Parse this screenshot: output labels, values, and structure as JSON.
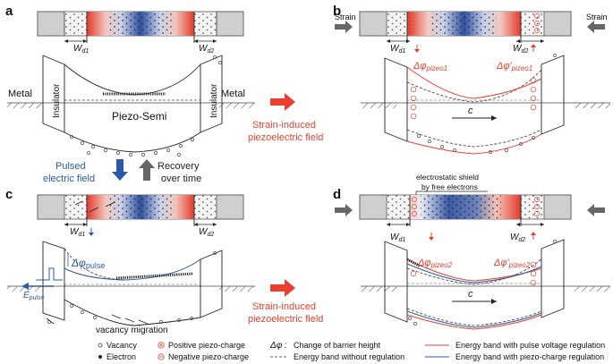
{
  "panels": [
    {
      "letter": "a",
      "wd1": "W",
      "wd1_sub": "d1",
      "wd2": "W",
      "wd2_sub": "d2",
      "metal_left": "Metal",
      "metal_right": "Metal",
      "insulator": "Insulator",
      "semi": "Piezo-Semi"
    },
    {
      "letter": "b",
      "strain": "Strain",
      "wd1": "W",
      "wd1_sub": "d1",
      "wd2": "W",
      "wd2_sub": "d2",
      "phi1": "Δφ",
      "phi1_sub": "pizeo1",
      "phi2": "Δφ′",
      "phi2_sub": "pizeo1",
      "c": "c"
    },
    {
      "letter": "c",
      "wd1": "W",
      "wd1_sub": "d1",
      "wd2": "W",
      "wd2_sub": "d2",
      "phi_pulse": "Δφ",
      "phi_pulse_sub": "pulse",
      "e_pulse": "E",
      "e_pulse_sub": "pulse",
      "vacancy_migration": "vacancy migration"
    },
    {
      "letter": "d",
      "shield_line1": "electrostatic shield",
      "shield_line2": "by free electrons",
      "wd1": "W",
      "wd1_sub": "d1",
      "wd2": "W",
      "wd2_sub": "d2",
      "phi1": "Δφ",
      "phi1_sub": "pizeo2",
      "phi2": "Δφ′",
      "phi2_sub": "pizeo2",
      "c": "c"
    }
  ],
  "middle": {
    "strain_induced_line1": "Strain-induced",
    "strain_induced_line2": "piezoelectric field",
    "pulsed_line1": "Pulsed",
    "pulsed_line2": "electric field",
    "recovery_line1": "Recovery",
    "recovery_line2": "over time"
  },
  "legend": {
    "vacancy": "Vacancy",
    "electron": "Electron",
    "positive": "Positive piezo-charge",
    "negative": "Negative piezo-charge",
    "dphi_symbol": "Δφ :",
    "dphi_text": "Change of barrier height",
    "band_without": "Energy band without  regulation",
    "band_pulse": "Energy band with pulse voltage regulation",
    "band_piezo": "Energy band with piezo-charge regulation"
  },
  "colors": {
    "red": "#e8412f",
    "blue": "#2d5aa6",
    "gray_arrow": "#666666",
    "dark": "#222222"
  }
}
